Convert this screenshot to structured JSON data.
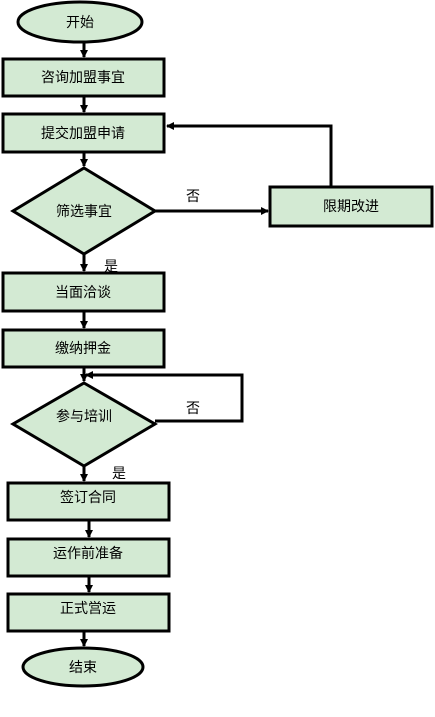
{
  "flowchart": {
    "start": "开始",
    "step_consult": "咨询加盟事宜",
    "step_submit": "提交加盟申请",
    "decision_screen": "筛选事宜",
    "step_rectify": "限期改进",
    "no_label_1": "否",
    "yes_label_1": "是",
    "step_interview": "当面洽谈",
    "step_deposit": "缴纳押金",
    "decision_training": "参与培训",
    "no_label_2": "否",
    "yes_label_2": "是",
    "step_contract": "签订合同",
    "step_prepare": "运作前准备",
    "step_operate": "正式営运",
    "end": "结束"
  },
  "colors": {
    "box_fill": "#d3ead3",
    "stroke": "#000000"
  }
}
